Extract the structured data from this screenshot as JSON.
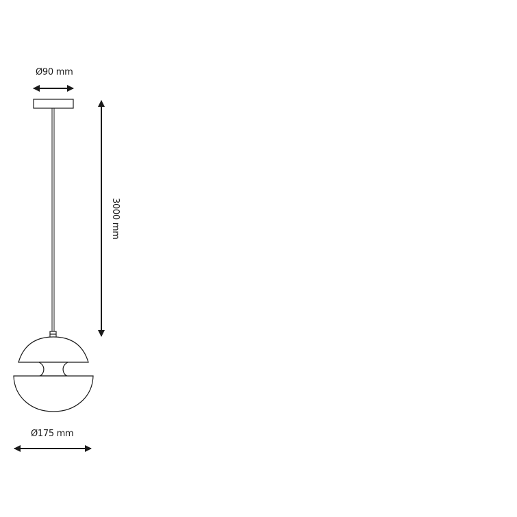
{
  "dimensions": {
    "canopy_diameter": "Ø90 mm",
    "cable_length": "3000 mm",
    "shade_diameter": "Ø175 mm"
  },
  "colors": {
    "stroke": "#1a1a1a",
    "background": "#ffffff"
  }
}
